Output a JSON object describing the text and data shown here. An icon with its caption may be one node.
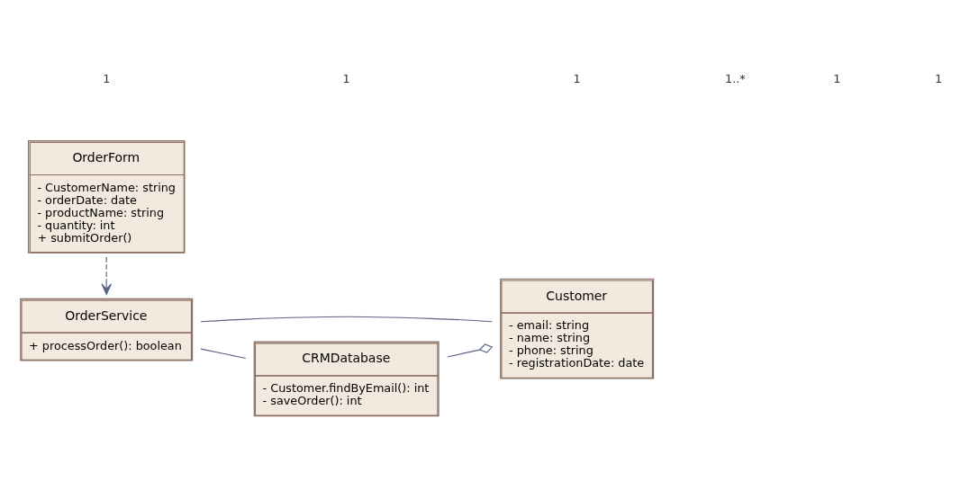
{
  "diagram": {
    "nodes": [
      {
        "text": [
          "OrderForm",
          "- CustomerName: string",
          "- orderDate: date",
          "- productName: string",
          "- quantity: int",
          "+ submitOrder()"
        ]
      },
      {
        "text": [
          "OrderService",
          "+ processOrder(): boolean"
        ]
      },
      {
        "text": [
          "Customer",
          "- email: string",
          "- name: string",
          "- phone: string",
          "- registrationDate: date"
        ]
      },
      {
        "text": [
          "CRMDatabase",
          "- Customer.findByEmail(): int",
          "- saveOrder(): int"
        ]
      }
    ],
    "edges": [
      {
        "from": 0,
        "to": 1,
        "arrow": "to",
        "style": "dashed"
      },
      {
        "from": 1,
        "to": 2,
        "arrow": "none"
      },
      {
        "from": 1,
        "to": 3,
        "arrow": "none"
      },
      {
        "from": 3,
        "to": 2,
        "arrow": "other"
      }
    ],
    "labels": [
      "1",
      "1",
      "1",
      "1..*",
      "1",
      "1"
    ]
  }
}
